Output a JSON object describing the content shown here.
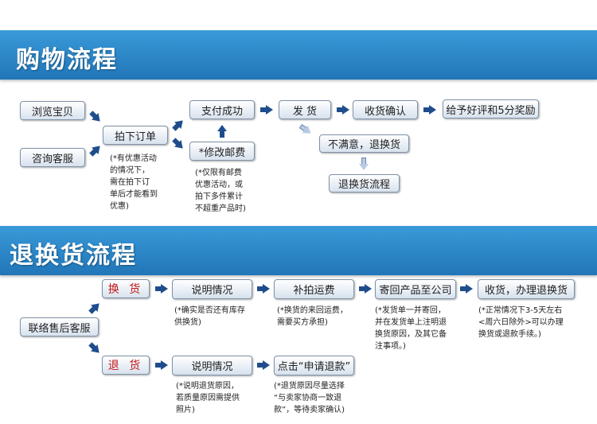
{
  "shopping": {
    "title": "购物流程",
    "steps": {
      "browse": "浏览宝贝",
      "consult": "咨询客服",
      "order": "拍下订单",
      "pay": "支付成功",
      "modify_postage": "*修改邮费",
      "ship": "发 货",
      "confirm": "收货确认",
      "review": "给予好评和5分奖励",
      "unsatisfied": "不满意，退换货",
      "return_flow": "退换货流程"
    },
    "notes": {
      "order_note": "(*有优惠活动\n的情况下，\n需在拍下订\n单后才能看到\n优惠)",
      "postage_note": "(*仅限有邮费\n优惠活动，或\n拍下多件累计\n不超重产品时)"
    }
  },
  "returns": {
    "title": "退换货流程",
    "steps": {
      "contact": "联络售后客服",
      "exchange": "换 货",
      "return": "退 货",
      "explain1": "说明情况",
      "explain2": "说明情况",
      "reship_fee": "补拍运费",
      "send_back": "寄回产品至公司",
      "receive_exchange": "收货，办理退换货",
      "click_refund": "点击“申请退款”"
    },
    "notes": {
      "explain1_note": "(*确实是否还有库存\n供换货)",
      "reship_note": "(*换货的来回运费，\n需要买方承担)",
      "send_note": "(*发货单一并寄回，\n并在发货单上注明退\n换货原因，及其它备\n注事项。)",
      "receive_note": "(*正常情况下3-5天左右\n<周六日除外>可以办理\n换货或退款手续。)",
      "explain2_note": "(*说明退货原因，\n若质量原因需提供\n照片)",
      "refund_note": "(*退货原因尽量选择\n“与卖家协商一致退\n款”，等待卖家确认)"
    }
  }
}
